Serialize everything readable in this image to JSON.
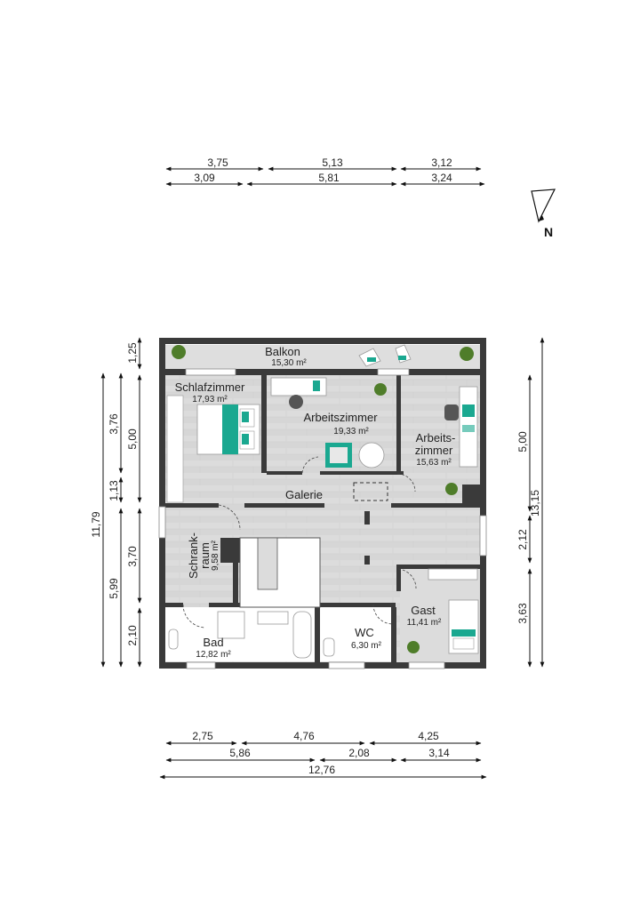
{
  "north_label": "N",
  "rooms": {
    "balkon": {
      "name": "Balkon",
      "area": "15,30 m²"
    },
    "schlafzimmer": {
      "name": "Schlafzimmer",
      "area": "17,93 m²"
    },
    "arbeitszimmer": {
      "name": "Arbeitszimmer",
      "area": "19,33 m²"
    },
    "arbeits2": {
      "name1": "Arbeits-",
      "name2": "zimmer",
      "area": "15,63 m²"
    },
    "galerie": {
      "name": "Galerie"
    },
    "schrankraum": {
      "name1": "Schrank-",
      "name2": "raum",
      "area": "9,58 m²"
    },
    "bad": {
      "name": "Bad",
      "area": "12,82 m²"
    },
    "wc": {
      "name": "WC",
      "area": "6,30 m²"
    },
    "gast": {
      "name": "Gast",
      "area": "11,41 m²"
    }
  },
  "dimensions": {
    "top_row1": [
      "3,75",
      "5,13",
      "3,12"
    ],
    "top_row2": [
      "3,09",
      "5,81",
      "3,24"
    ],
    "bottom_row1": [
      "2,75",
      "4,76",
      "4,25"
    ],
    "bottom_row2": [
      "5,86",
      "2,08",
      "3,14"
    ],
    "bottom_total": "12,76",
    "left_outer": [
      "11,79",
      "5,99"
    ],
    "left_mid": [
      "3,76",
      "1,13"
    ],
    "left_inner": [
      "1,25",
      "5,00",
      "3,70",
      "2,10"
    ],
    "right_inner": [
      "5,00",
      "2,12",
      "3,63"
    ],
    "right_outer": "13,15"
  },
  "colors": {
    "wall": "#3a3a3a",
    "floor": "#d9d9d9",
    "accent": "#1aa890",
    "plant": "#4f7d2a"
  }
}
